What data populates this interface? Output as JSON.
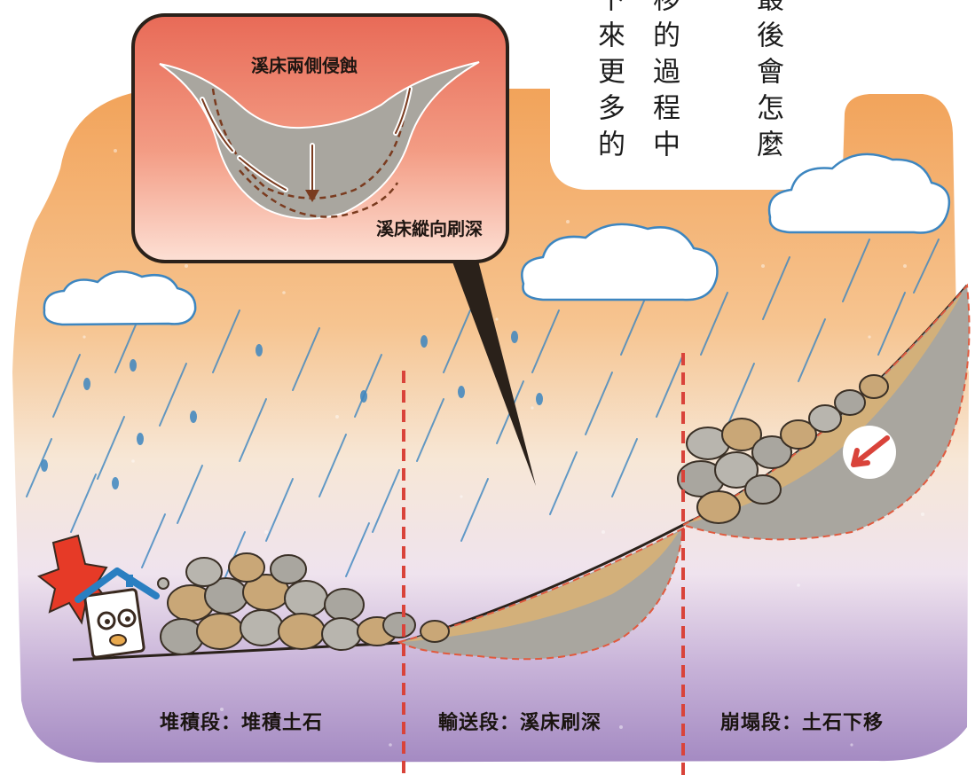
{
  "callout": {
    "top_label": "溪床兩側侵蝕",
    "bottom_label": "溪床縱向刷深"
  },
  "zones": [
    {
      "label": "堆積段：堆積土石"
    },
    {
      "label": "輸送段：溪床刷深"
    },
    {
      "label": "崩塌段：土石下移"
    }
  ],
  "vertical_text": [
    {
      "text": "下來更多的"
    },
    {
      "text": "移的過程中"
    },
    {
      "text": "最後會怎麼"
    }
  ],
  "colors": {
    "sky_top": "#f2a35a",
    "sky_mid": "#f7e7d2",
    "ground_purple": "#a98ec6",
    "boundary_red": "#d9433a",
    "callout_top": "#ea7461",
    "callout_bottom": "#fbd7cb",
    "rock": "#a9a69f",
    "soil": "#d7b176",
    "rain": "#4da1d4"
  }
}
